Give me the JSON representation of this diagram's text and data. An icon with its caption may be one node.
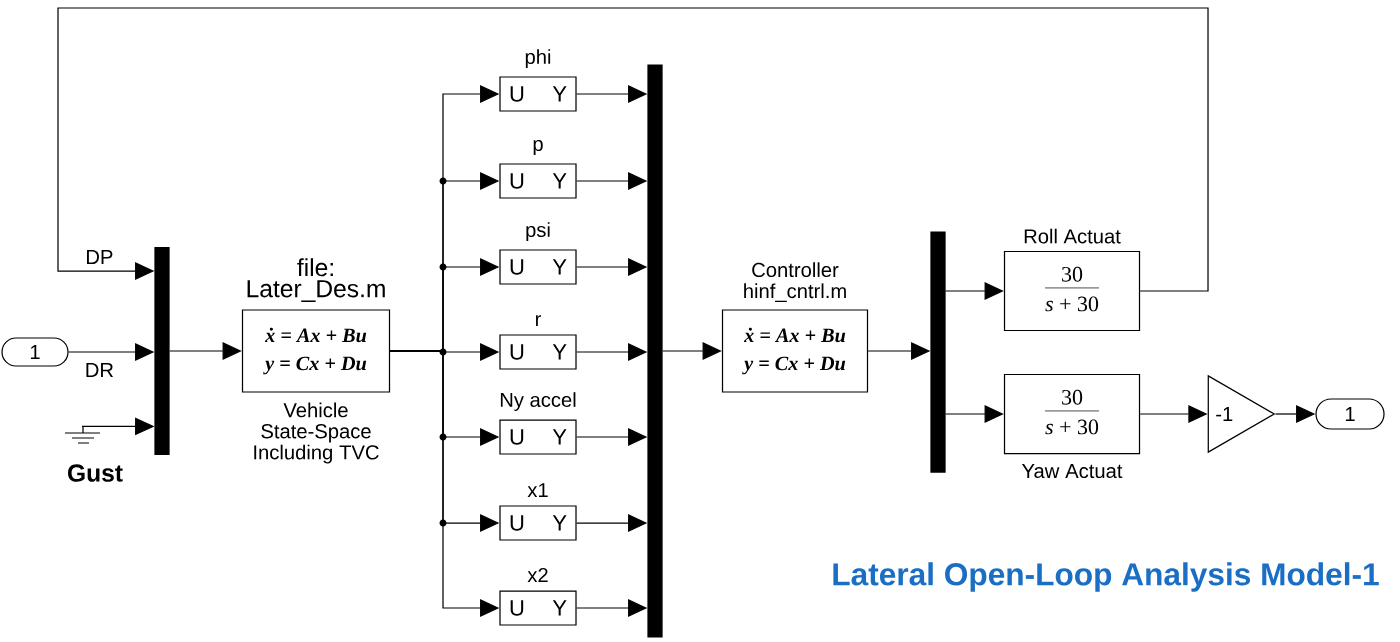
{
  "diagram": {
    "title": "Lateral Open-Loop Analysis Model-1",
    "nodes": [
      {
        "text": [
          "1"
        ]
      },
      {
        "text": [],
        "shape": "ground"
      },
      {
        "text": [],
        "shape": "bar",
        "beside": [
          "Gust"
        ]
      },
      {
        "text": [
          "file: Later_Des.m",
          "ẋ = Ax + Bu",
          "y = Cx + Du"
        ],
        "beside": [
          "Vehicle State-Space Including TVC"
        ]
      },
      {
        "text": [
          "phi",
          "U",
          "Y"
        ]
      },
      {
        "text": [
          "p",
          "U",
          "Y"
        ]
      },
      {
        "text": [
          "psi",
          "U",
          "Y"
        ]
      },
      {
        "text": [
          "r",
          "U",
          "Y"
        ]
      },
      {
        "text": [
          "Ny accel",
          "U",
          "Y"
        ]
      },
      {
        "text": [
          "x1",
          "U",
          "Y"
        ]
      },
      {
        "text": [
          "x2",
          "U",
          "Y"
        ]
      },
      {
        "text": [],
        "shape": "bar"
      },
      {
        "text": [
          "Controller hinf_cntrl.m",
          "ẋ = Ax + Bu",
          "y = Cx + Du"
        ]
      },
      {
        "text": [],
        "shape": "bar"
      },
      {
        "text": [
          "Roll Actuat",
          "30",
          "*s* + 30"
        ]
      },
      {
        "text": [
          "30",
          "*s* + 30"
        ],
        "beside": [
          "Yaw Actuat"
        ]
      },
      {
        "text": [
          "-1"
        ]
      },
      {
        "text": [
          "1"
        ]
      }
    ],
    "edges": [
      {
        "from": 14,
        "to": 2,
        "arrow": "to",
        "label": "DP"
      },
      {
        "from": 0,
        "to": 2,
        "arrow": "to",
        "label": "DR"
      },
      {
        "from": 1,
        "to": 2,
        "arrow": "to"
      },
      {
        "from": 2,
        "to": 3,
        "arrow": "to"
      },
      {
        "from": 3,
        "to": 4,
        "arrow": "to"
      },
      {
        "from": 3,
        "to": 5,
        "arrow": "to"
      },
      {
        "from": 3,
        "to": 6,
        "arrow": "to"
      },
      {
        "from": 3,
        "to": 7,
        "arrow": "to"
      },
      {
        "from": 3,
        "to": 8,
        "arrow": "to"
      },
      {
        "from": 3,
        "to": 9,
        "arrow": "to"
      },
      {
        "from": 3,
        "to": 10,
        "arrow": "to"
      },
      {
        "from": 4,
        "to": 11,
        "arrow": "to"
      },
      {
        "from": 5,
        "to": 11,
        "arrow": "to"
      },
      {
        "from": 6,
        "to": 11,
        "arrow": "to"
      },
      {
        "from": 7,
        "to": 11,
        "arrow": "to"
      },
      {
        "from": 8,
        "to": 11,
        "arrow": "to"
      },
      {
        "from": 9,
        "to": 11,
        "arrow": "to"
      },
      {
        "from": 10,
        "to": 11,
        "arrow": "to"
      },
      {
        "from": 11,
        "to": 12,
        "arrow": "to"
      },
      {
        "from": 12,
        "to": 13,
        "arrow": "to"
      },
      {
        "from": 13,
        "to": 14,
        "arrow": "to"
      },
      {
        "from": 13,
        "to": 15,
        "arrow": "to"
      },
      {
        "from": 15,
        "to": 16,
        "arrow": "to"
      },
      {
        "from": 16,
        "to": 17,
        "arrow": "to"
      }
    ]
  }
}
